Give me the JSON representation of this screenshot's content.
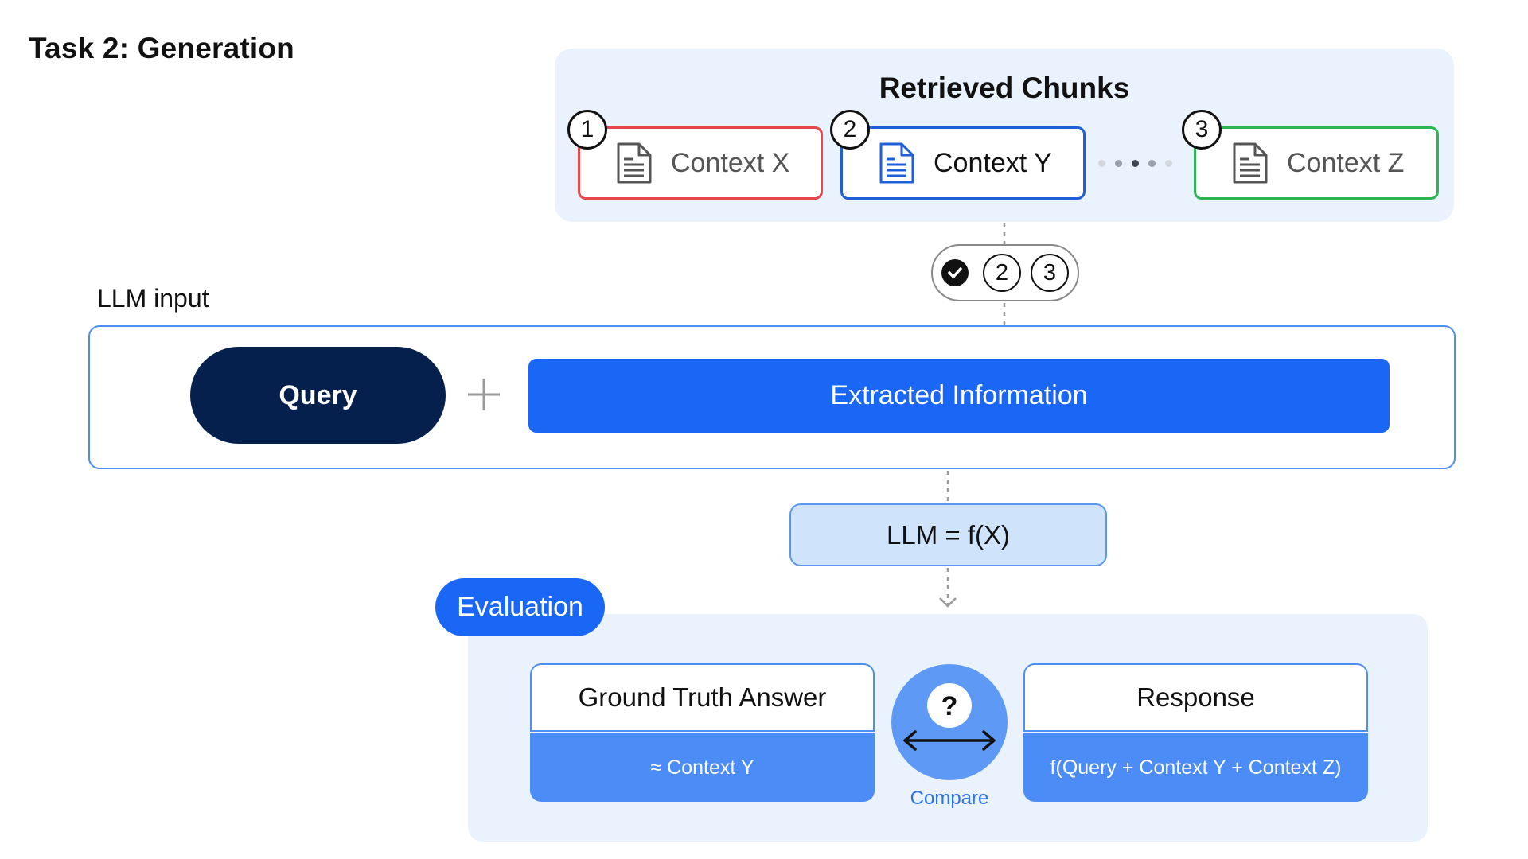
{
  "title": "Task 2: Generation",
  "retrieved": {
    "title": "Retrieved Chunks",
    "chunks": [
      {
        "number": "1",
        "label": "Context X",
        "color": "#e8464b"
      },
      {
        "number": "2",
        "label": "Context Y",
        "color": "#1f5fd8"
      },
      {
        "number": "3",
        "label": "Context Z",
        "color": "#2cb550"
      }
    ]
  },
  "selection": {
    "checked": "check-icon",
    "numbers": [
      "2",
      "3"
    ]
  },
  "llm_input": {
    "label": "LLM input",
    "query": "Query",
    "plus": "+",
    "extracted": "Extracted Information"
  },
  "llm": {
    "label": "LLM = f(X)"
  },
  "evaluation": {
    "badge": "Evaluation",
    "ground_truth": {
      "title": "Ground Truth Answer",
      "value": "≈ Context Y"
    },
    "response": {
      "title": "Response",
      "value": "f(Query + Context Y + Context Z)"
    },
    "compare_label": "Compare",
    "compare_symbol": "?"
  },
  "colors": {
    "navy": "#06204d",
    "blue": "#1a66f5",
    "panel": "#eaf3fd",
    "light_blue": "#cfe3fb"
  }
}
